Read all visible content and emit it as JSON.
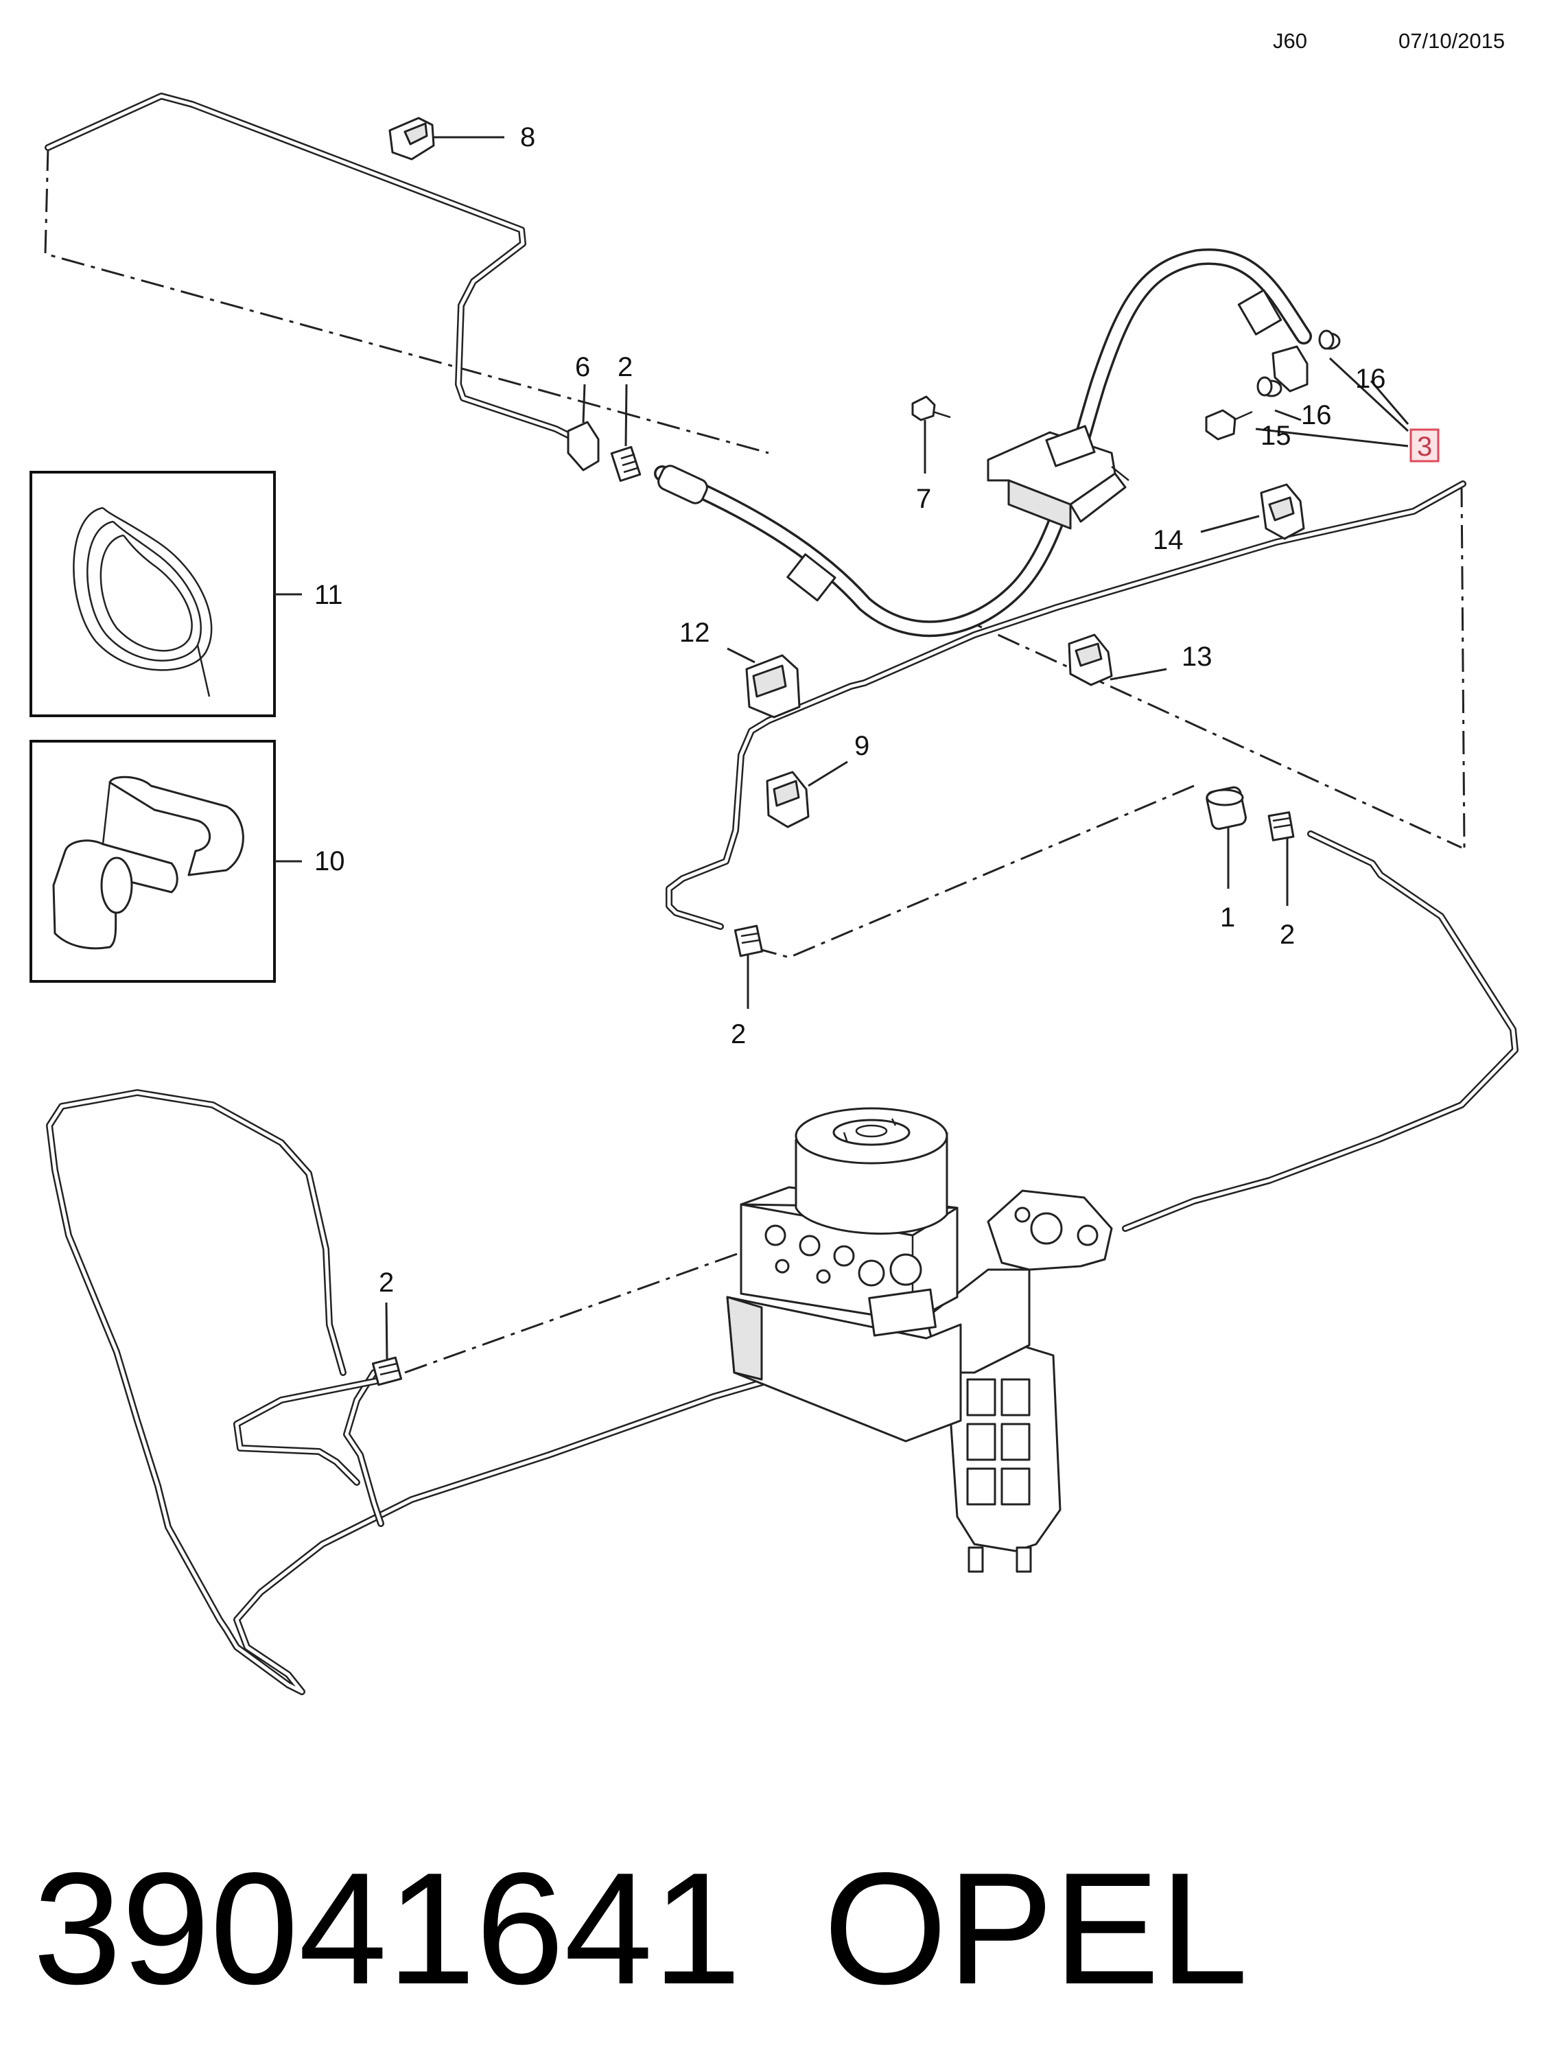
{
  "header": {
    "code": "J60",
    "date": "07/10/2015"
  },
  "footer": {
    "part_number": "39041641",
    "brand": "OPEL"
  },
  "callouts": {
    "c1": "1",
    "c2_rear": "2",
    "c2_mid": "2",
    "c2_lower": "2",
    "c2_abs": "2",
    "c3": "3",
    "c6": "6",
    "c7": "7",
    "c8": "8",
    "c9": "9",
    "c10": "10",
    "c11": "11",
    "c12": "12",
    "c13": "13",
    "c14": "14",
    "c15": "15",
    "c16_a": "16",
    "c16_b": "16"
  },
  "highlight_color": "#e04a5a"
}
